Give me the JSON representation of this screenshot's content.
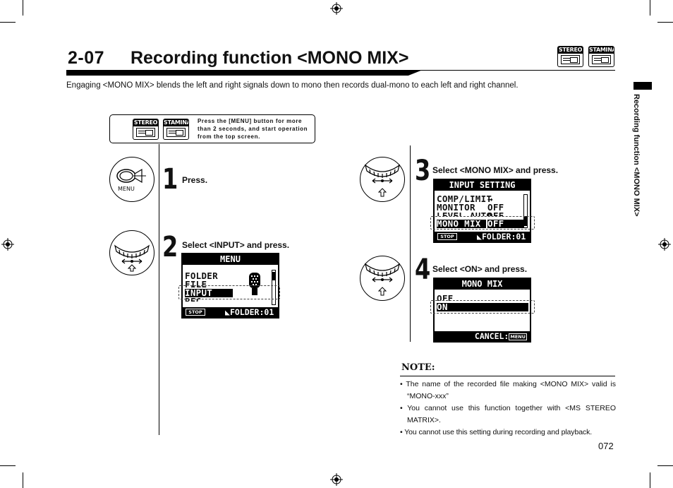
{
  "section": {
    "number": "2-07",
    "title": "Recording function <MONO MIX>"
  },
  "badges": {
    "stereo": "STEREO",
    "stamina": "STAMINA"
  },
  "intro": "Engaging <MONO MIX> blends the left and right signals down to mono then records dual-mono to each left and right channel.",
  "side_tab": "Recording function <MONO MIX>",
  "info_box": {
    "text": "Press the [MENU] button for more than 2 seconds, and start operation from the top screen."
  },
  "menu_button_label": "MENU",
  "steps": [
    {
      "number": "1",
      "label": "Press."
    },
    {
      "number": "2",
      "label": "Select <INPUT> and press."
    },
    {
      "number": "3",
      "label": "Select <MONO MIX> and press."
    },
    {
      "number": "4",
      "label": "Select <ON> and press."
    }
  ],
  "screens": {
    "menu": {
      "title": "MENU",
      "items": [
        "FOLDER",
        "FILE",
        "INPUT",
        "REC"
      ],
      "selected": "INPUT",
      "stop_label": "STOP",
      "footer": "FOLDER:01"
    },
    "input_setting": {
      "title": "INPUT SETTING",
      "rows": [
        {
          "label": "COMP/LIMIT",
          "value": "→"
        },
        {
          "label": "MONITOR",
          "value": "OFF"
        },
        {
          "label": "LEVEL AUTO",
          "value": "OFF"
        },
        {
          "label": "MONO MIX",
          "value": "OFF"
        }
      ],
      "selected": "MONO MIX",
      "stop_label": "STOP",
      "footer": "FOLDER:01"
    },
    "mono_mix": {
      "title": "MONO MIX",
      "options": [
        "OFF",
        "ON"
      ],
      "selected": "ON",
      "cancel_label": "CANCEL:",
      "menu_label": "MENU"
    }
  },
  "note": {
    "heading": "NOTE:",
    "items": [
      "The name of the recorded file making <MONO MIX> valid is “MONO-xxx”",
      "You cannot use this function together with <MS STEREO MATRIX>.",
      "You cannot use this setting during recording and playback."
    ]
  },
  "page_number": "072"
}
